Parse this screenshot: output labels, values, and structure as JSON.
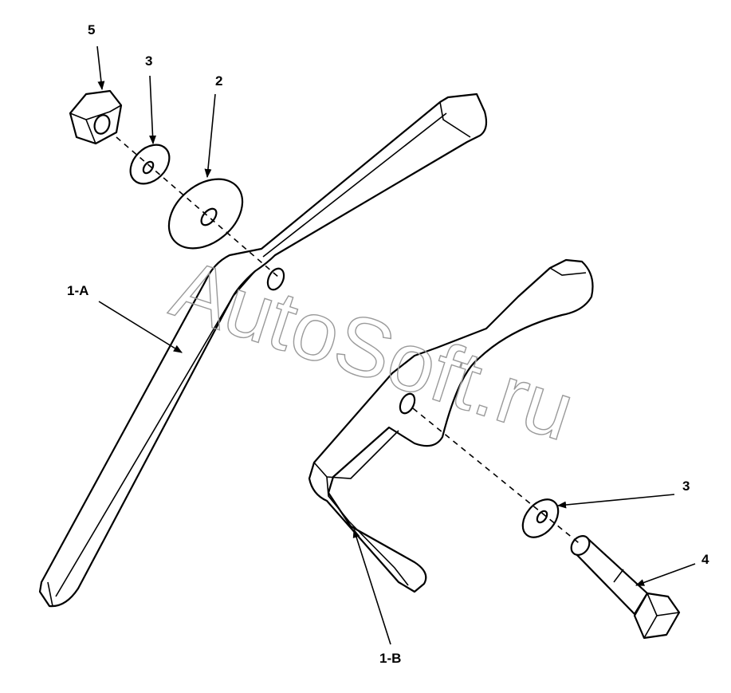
{
  "watermark": "AutoSoft.ru",
  "callouts": {
    "c5": "5",
    "c3_top": "3",
    "c2": "2",
    "c1a": "1-A",
    "c3_right": "3",
    "c4": "4",
    "c1b": "1-B"
  }
}
